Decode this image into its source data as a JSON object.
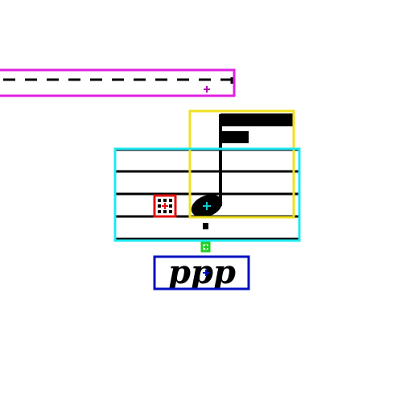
{
  "score": {
    "dynamic": {
      "text": "ppp"
    },
    "colors": {
      "ink": "#000000",
      "background": "#ffffff",
      "ottava_box": "#e020e0",
      "flag_box": "#f0e020",
      "staff_box": "#20e8f0",
      "accidental_box": "#e01010",
      "dynamic_box": "#0010c0",
      "dot_box": "#20d020"
    },
    "annotations": [
      {
        "label": "ottava-line",
        "color": "#e020e0"
      },
      {
        "label": "flag",
        "color": "#f0e020"
      },
      {
        "label": "staff",
        "color": "#20e8f0"
      },
      {
        "label": "accidental",
        "color": "#e01010"
      },
      {
        "label": "dynamic",
        "color": "#0010c0"
      },
      {
        "label": "augmentation-dot",
        "color": "#20d020"
      }
    ]
  }
}
